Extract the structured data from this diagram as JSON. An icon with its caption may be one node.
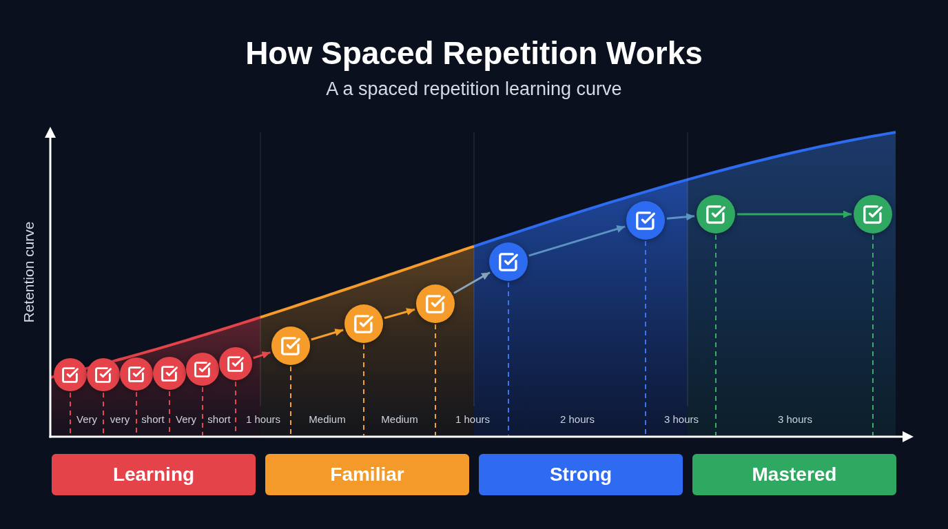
{
  "diagram": {
    "title": "How Spaced Repetition Works",
    "nodes": [
      {
        "text": [],
        "shape": "circle"
      },
      {
        "text": [],
        "shape": "circle"
      },
      {
        "text": [],
        "shape": "circle"
      },
      {
        "text": [],
        "shape": "circle"
      },
      {
        "text": [],
        "shape": "circle"
      },
      {
        "text": [],
        "shape": "circle"
      },
      {
        "text": [],
        "shape": "circle"
      },
      {
        "text": [],
        "shape": "circle"
      },
      {
        "text": [],
        "shape": "circle"
      },
      {
        "text": [],
        "shape": "circle"
      },
      {
        "text": [],
        "shape": "circle"
      },
      {
        "text": [],
        "shape": "circle"
      },
      {
        "text": [],
        "shape": "circle"
      },
      {
        "text": [
          "Learning"
        ]
      },
      {
        "text": [
          "Familiar"
        ]
      },
      {
        "text": [
          "Strong"
        ]
      },
      {
        "text": [
          "Mastered"
        ]
      }
    ],
    "edges": [
      {
        "from": 5,
        "to": 6,
        "arrow": "to",
        "color": "#e5484d"
      },
      {
        "from": 6,
        "to": 7,
        "arrow": "to",
        "color": "#f59e2a"
      },
      {
        "from": 7,
        "to": 8,
        "arrow": "to",
        "color": "#f59e2a"
      },
      {
        "from": 8,
        "to": 9,
        "arrow": "to",
        "color": "#8aa3b8"
      },
      {
        "from": 9,
        "to": 10,
        "arrow": "to",
        "color": "#5b94c2"
      },
      {
        "from": 10,
        "to": 11,
        "arrow": "to",
        "color": "#5b94c2"
      },
      {
        "from": 11,
        "to": 12,
        "arrow": "to",
        "color": "#2fa862"
      }
    ],
    "labels": [
      "A a spaced repetition learning curve",
      "Retention curve",
      "Very",
      "very",
      "short",
      "Very",
      "short",
      "1 hours",
      "Medium",
      "Medium",
      "1 hours",
      "2 hours",
      "3 hours",
      "3 hours"
    ]
  }
}
